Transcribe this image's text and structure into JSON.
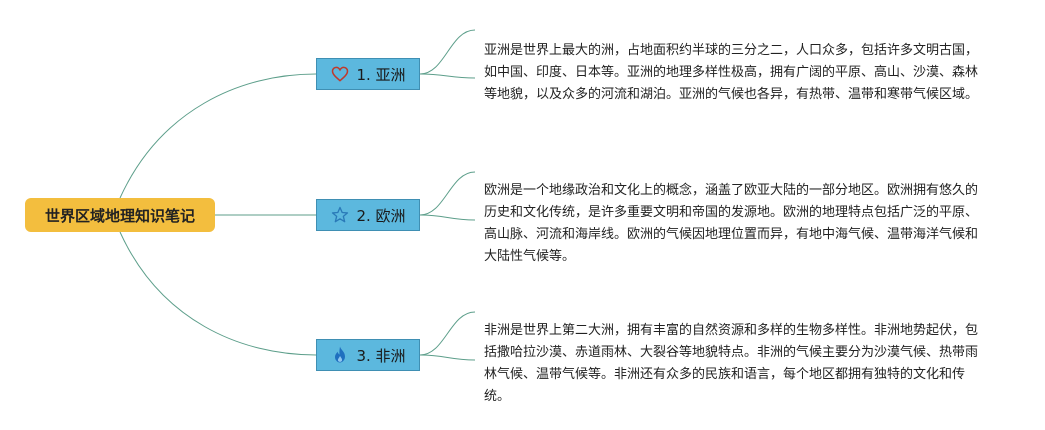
{
  "root": {
    "title": "世界区域地理知识笔记"
  },
  "topics": [
    {
      "label": "1. 亚洲",
      "icon": "heart-icon",
      "icon_color": "#c0392b",
      "description": "亚洲是世界上最大的洲，占地面积约半球的三分之二，人口众多，包括许多文明古国，如中国、印度、日本等。亚洲的地理多样性极高，拥有广阔的平原、高山、沙漠、森林等地貌，以及众多的河流和湖泊。亚洲的气候也各异，有热带、温带和寒带气候区域。"
    },
    {
      "label": "2. 欧洲",
      "icon": "star-icon",
      "icon_color": "#2a7ab8",
      "description": "欧洲是一个地缘政治和文化上的概念，涵盖了欧亚大陆的一部分地区。欧洲拥有悠久的历史和文化传统，是许多重要文明和帝国的发源地。欧洲的地理特点包括广泛的平原、高山脉、河流和海岸线。欧洲的气候因地理位置而异，有地中海气候、温带海洋气候和大陆性气候等。"
    },
    {
      "label": "3. 非洲",
      "icon": "flame-icon",
      "icon_color": "#1f6fbf",
      "description": "非洲是世界上第二大洲，拥有丰富的自然资源和多样的生物多样性。非洲地势起伏，包括撒哈拉沙漠、赤道雨林、大裂谷等地貌特点。非洲的气候主要分为沙漠气候、热带雨林气候、温带气候等。非洲还有众多的民族和语言，每个地区都拥有独特的文化和传统。"
    }
  ],
  "colors": {
    "edge": "#5c9e8a",
    "root_bg": "#f3be3e",
    "topic_bg": "#5cb8de"
  }
}
